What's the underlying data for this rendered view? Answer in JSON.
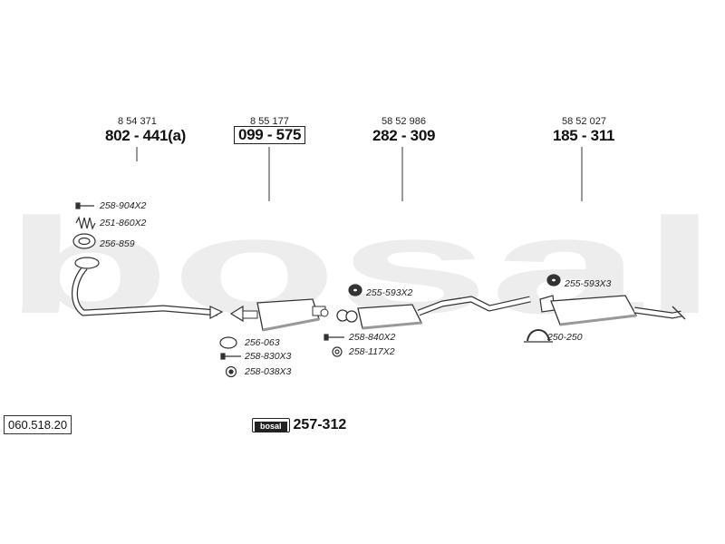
{
  "catalog_number": "060.518.20",
  "watermark": "bosal",
  "sections": [
    {
      "oe_number": "8 54 371",
      "part_number": "802 - 441(a)",
      "boxed": false
    },
    {
      "oe_number": "8 55 177",
      "part_number": "099 - 575",
      "boxed": true
    },
    {
      "oe_number": "58 52 986",
      "part_number": "282 - 309",
      "boxed": false
    },
    {
      "oe_number": "58 52 027",
      "part_number": "185 - 311",
      "boxed": false
    }
  ],
  "parts": [
    {
      "code": "258-904X2",
      "icon": "bolt-icon"
    },
    {
      "code": "251-860X2",
      "icon": "spring-icon"
    },
    {
      "code": "256-859",
      "icon": "gasket-ring-icon"
    },
    {
      "code": "256-063",
      "icon": "gasket-icon"
    },
    {
      "code": "258-830X3",
      "icon": "bolt-icon"
    },
    {
      "code": "258-038X3",
      "icon": "nut-icon"
    },
    {
      "code": "255-593X2",
      "icon": "rubber-mount-icon"
    },
    {
      "code": "258-840X2",
      "icon": "bolt-icon"
    },
    {
      "code": "258-117X2",
      "icon": "washer-icon"
    },
    {
      "code": "255-593X3",
      "icon": "rubber-mount-icon"
    },
    {
      "code": "250-250",
      "icon": "clamp-icon"
    }
  ],
  "fitting_kit": {
    "badge": "bosal",
    "number": "257-312"
  }
}
